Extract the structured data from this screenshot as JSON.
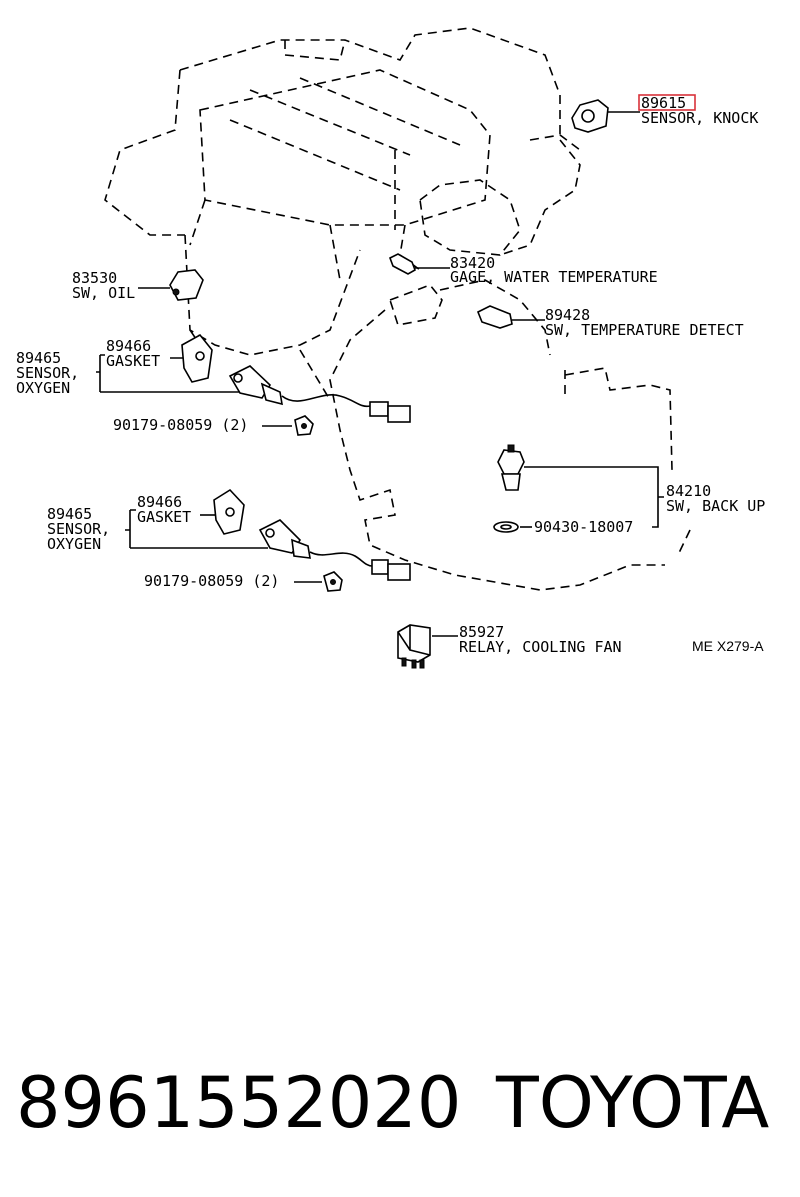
{
  "parts": {
    "knock_sensor": {
      "code": "89615",
      "name": "SENSOR, KNOCK"
    },
    "water_temp_gage": {
      "code": "83420",
      "name": "GAGE, WATER TEMPERATURE"
    },
    "oil_switch": {
      "code": "83530",
      "name": "SW, OIL"
    },
    "temp_detect_switch": {
      "code": "89428",
      "name": "SW, TEMPERATURE DETECT"
    },
    "gasket_1": {
      "code": "89466",
      "name": "GASKET"
    },
    "oxygen_sensor_1": {
      "code": "89465",
      "name_line1": "SENSOR,",
      "name_line2": "OXYGEN"
    },
    "nut_1": {
      "code": "90179-08059 (2)"
    },
    "backup_switch": {
      "code": "84210",
      "name": "SW, BACK UP"
    },
    "washer": {
      "code": "90430-18007"
    },
    "gasket_2": {
      "code": "89466",
      "name": "GASKET"
    },
    "oxygen_sensor_2": {
      "code": "89465",
      "name_line1": "SENSOR,",
      "name_line2": "OXYGEN"
    },
    "nut_2": {
      "code": "90179-08059 (2)"
    },
    "cooling_fan_relay": {
      "code": "85927",
      "name": "RELAY, COOLING FAN"
    }
  },
  "figure_ref": "ME X279-A",
  "footer": {
    "part_number": "8961552020",
    "brand": "TOYOTA"
  },
  "colors": {
    "highlight": "#d9323a",
    "ink": "#000000",
    "background": "#ffffff"
  }
}
